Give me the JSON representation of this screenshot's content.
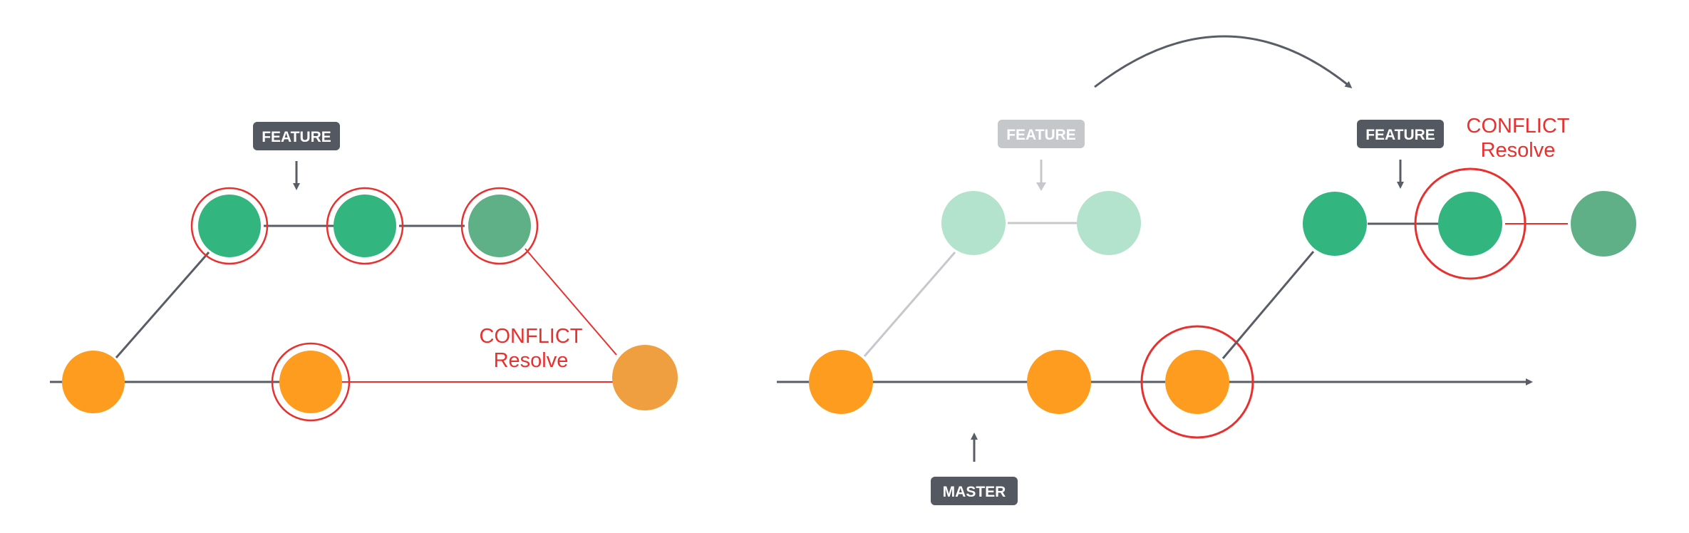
{
  "left_diagram": {
    "feature_tag": "FEATURE",
    "conflict_label": "CONFLICT",
    "resolve_label": "Resolve"
  },
  "right_diagram": {
    "faded_feature_tag": "FEATURE",
    "feature_tag": "FEATURE",
    "master_tag": "MASTER",
    "conflict_label": "CONFLICT",
    "resolve_label": "Resolve"
  },
  "colors": {
    "feature_commit": "#33b57f",
    "feature_commit_muted": "#5fb087",
    "feature_commit_faded": "#b3e3cc",
    "master_commit": "#fe9c1f",
    "master_commit_muted": "#ef9f40",
    "conflict": "#e8302f",
    "line": "#585d66",
    "line_faded": "#c6c8cc",
    "tag_background": "#535861",
    "tag_background_faded": "#c5c7cb"
  }
}
